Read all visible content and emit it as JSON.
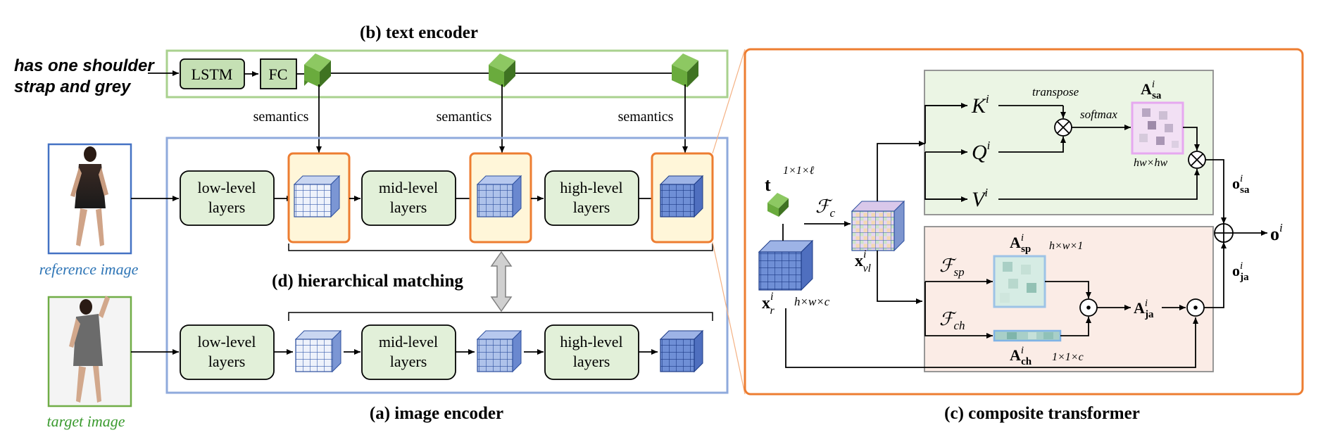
{
  "panels": {
    "text_encoder_title": "(b) text encoder",
    "image_encoder_title": "(a) image encoder",
    "matching_title": "(d) hierarchical  matching",
    "composite_title": "(c) composite transformer"
  },
  "text_encoder": {
    "query_line1": "has one shoulder",
    "query_line2": "strap and grey",
    "lstm": "LSTM",
    "fc": "FC",
    "semantics": "semantics"
  },
  "image_encoder": {
    "low_line1": "low-level",
    "low_line2": "layers",
    "mid_line1": "mid-level",
    "mid_line2": "layers",
    "high_line1": "high-level",
    "high_line2": "layers",
    "reference_caption": "reference image",
    "target_caption": "target image"
  },
  "composite": {
    "t": "t",
    "t_dim": "1×1×ℓ",
    "fc": "ℱ",
    "fc_sub": "c",
    "xvl": "x",
    "xvl_sup": "i",
    "xvl_sub": "vl",
    "xr": "x",
    "xr_sup": "i",
    "xr_sub": "r",
    "xr_dim": "h×w×c",
    "k": "K",
    "q": "Q",
    "v": "V",
    "sup_i": "i",
    "transpose": "transpose",
    "softmax": "softmax",
    "asa": "A",
    "asa_sub": "sa",
    "asa_dim": "hw×hw",
    "osa": "o",
    "osa_sub": "sa",
    "fsp": "ℱ",
    "fsp_sub": "sp",
    "fch": "ℱ",
    "fch_sub": "ch",
    "asp": "A",
    "asp_sub": "sp",
    "asp_dim": "h×w×1",
    "ach": "A",
    "ach_sub": "ch",
    "ach_dim": "1×1×c",
    "aja": "A",
    "aja_sub": "ja",
    "oja": "o",
    "oja_sub": "ja",
    "out": "o",
    "out_sup": "i"
  }
}
